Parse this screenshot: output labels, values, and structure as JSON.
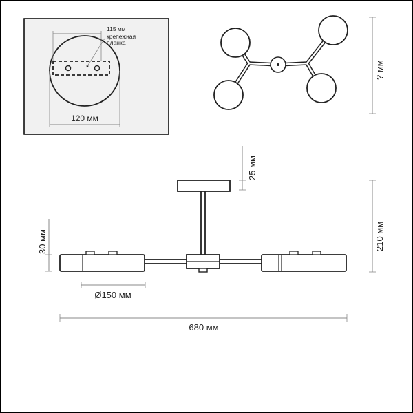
{
  "mount_detail": {
    "plate_length_label": "115 мм",
    "bracket_label_line1": "крепежная",
    "bracket_label_line2": "планка",
    "base_diameter_label": "120 мм"
  },
  "top_view": {
    "height_label": "? мм"
  },
  "side_view": {
    "stem_label": "25 мм",
    "total_height_label": "210 мм",
    "shade_height_label": "30 мм",
    "shade_diameter_label": "Ø150 мм",
    "total_width_label": "680 мм"
  },
  "colors": {
    "stroke": "#222222",
    "dimension_line": "#888888",
    "frame": "#000000",
    "panel_background": "#f1f1f1"
  }
}
